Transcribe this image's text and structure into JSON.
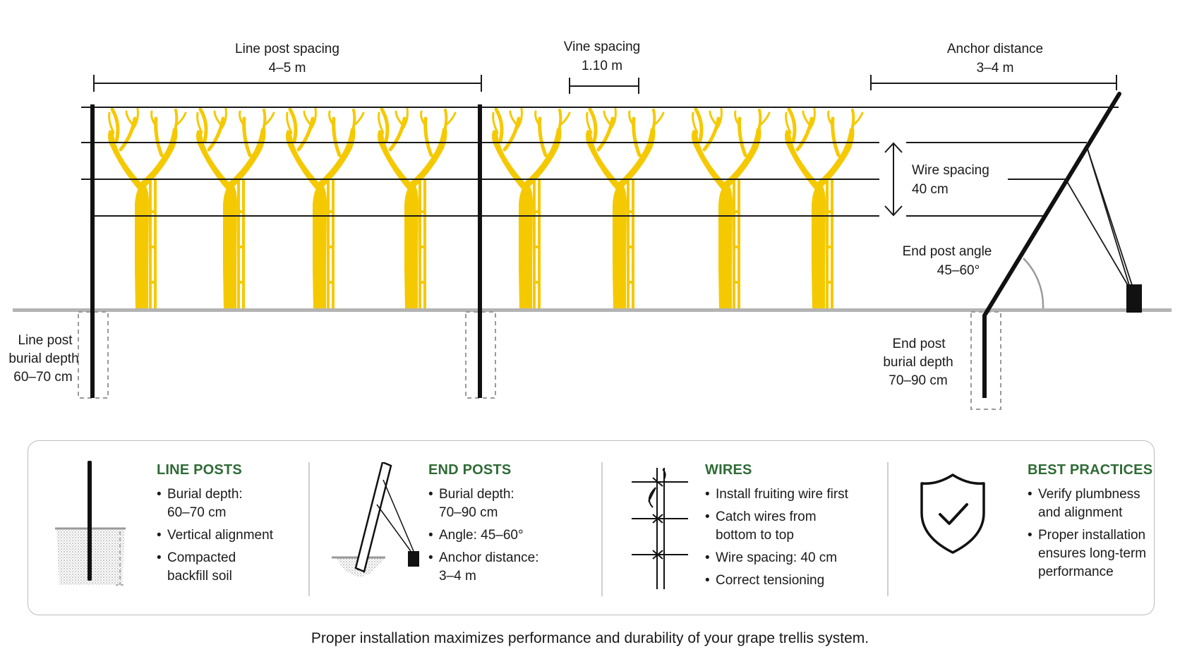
{
  "diagram": {
    "dimensions": {
      "line_post_spacing": {
        "label": "Line post spacing",
        "value": "4–5 m"
      },
      "vine_spacing": {
        "label": "Vine spacing",
        "value": "1.10 m"
      },
      "anchor_distance": {
        "label": "Anchor distance",
        "value": "3–4 m"
      },
      "wire_spacing": {
        "label": "Wire spacing",
        "value": "40 cm"
      },
      "end_post_angle": {
        "label": "End post angle",
        "value": "45–60°"
      }
    },
    "line_post_depth": {
      "line1": "Line post",
      "line2": "burial depth",
      "line3": "60–70 cm"
    },
    "end_post_depth": {
      "line1": "End post",
      "line2": "burial depth",
      "line3": "70–90 cm"
    },
    "colors": {
      "vine": "#f5c900",
      "post": "#111111",
      "ground": "#b3b3b3",
      "wire": "#1a1a1a"
    },
    "vine_count": 8,
    "wire_count": 4
  },
  "cards": [
    {
      "icon": "line-post-icon",
      "title": "LINE POSTS",
      "items": [
        "Burial depth:\n60–70 cm",
        "Vertical alignment",
        "Compacted\nbackfill soil"
      ]
    },
    {
      "icon": "end-post-icon",
      "title": "END POSTS",
      "items": [
        "Burial depth:\n70–90 cm",
        "Angle: 45–60°",
        "Anchor distance:\n3–4 m"
      ]
    },
    {
      "icon": "wires-icon",
      "title": "WIRES",
      "items": [
        "Install fruiting wire first",
        "Catch wires from\nbottom to top",
        "Wire spacing: 40 cm",
        "Correct tensioning"
      ]
    },
    {
      "icon": "shield-check-icon",
      "title": "BEST PRACTICES",
      "items": [
        "Verify plumbness\nand alignment",
        "Proper installation\nensures long-term\nperformance"
      ]
    }
  ],
  "accent_color": "#2f6b36",
  "footer": "Proper installation maximizes performance and durability of your grape trellis system."
}
